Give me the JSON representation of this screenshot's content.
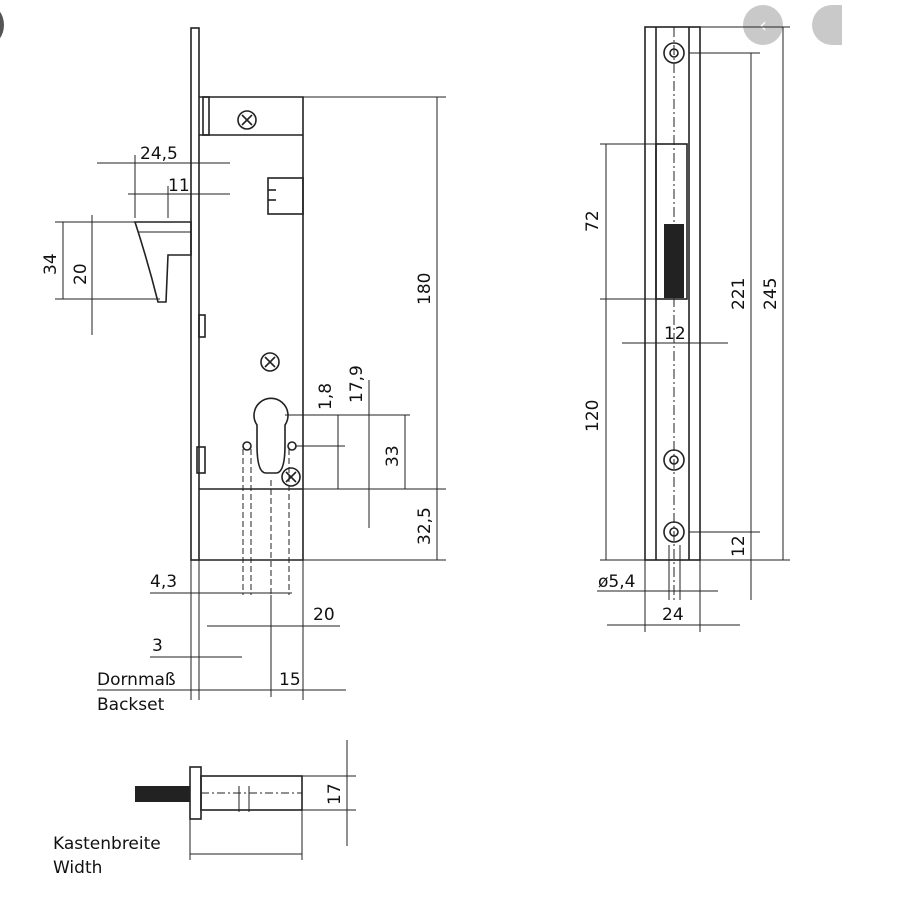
{
  "nav": {
    "prev_glyph": "‹",
    "prev_icon": "chevron-left-icon",
    "next_icon": "chevron-right-icon"
  },
  "labels": {
    "d_24_5": "24,5",
    "d_11": "11",
    "d_34": "34",
    "d_20_latch": "20",
    "d_180": "180",
    "d_1_8": "1,8",
    "d_17_9": "17,9",
    "d_33": "33",
    "d_32_5": "32,5",
    "d_4_3": "4,3",
    "d_20_bottom": "20",
    "d_3": "3",
    "d_15": "15",
    "backset_de": "Dornmaß",
    "backset_en": "Backset",
    "d_17": "17",
    "width_de": "Kastenbreite",
    "width_en": "Width",
    "d_72": "72",
    "d_221": "221",
    "d_245": "245",
    "d_12_plate": "12",
    "d_120": "120",
    "d_12_hole": "12",
    "d_dia_5_4": "ø5,4",
    "d_24": "24"
  }
}
